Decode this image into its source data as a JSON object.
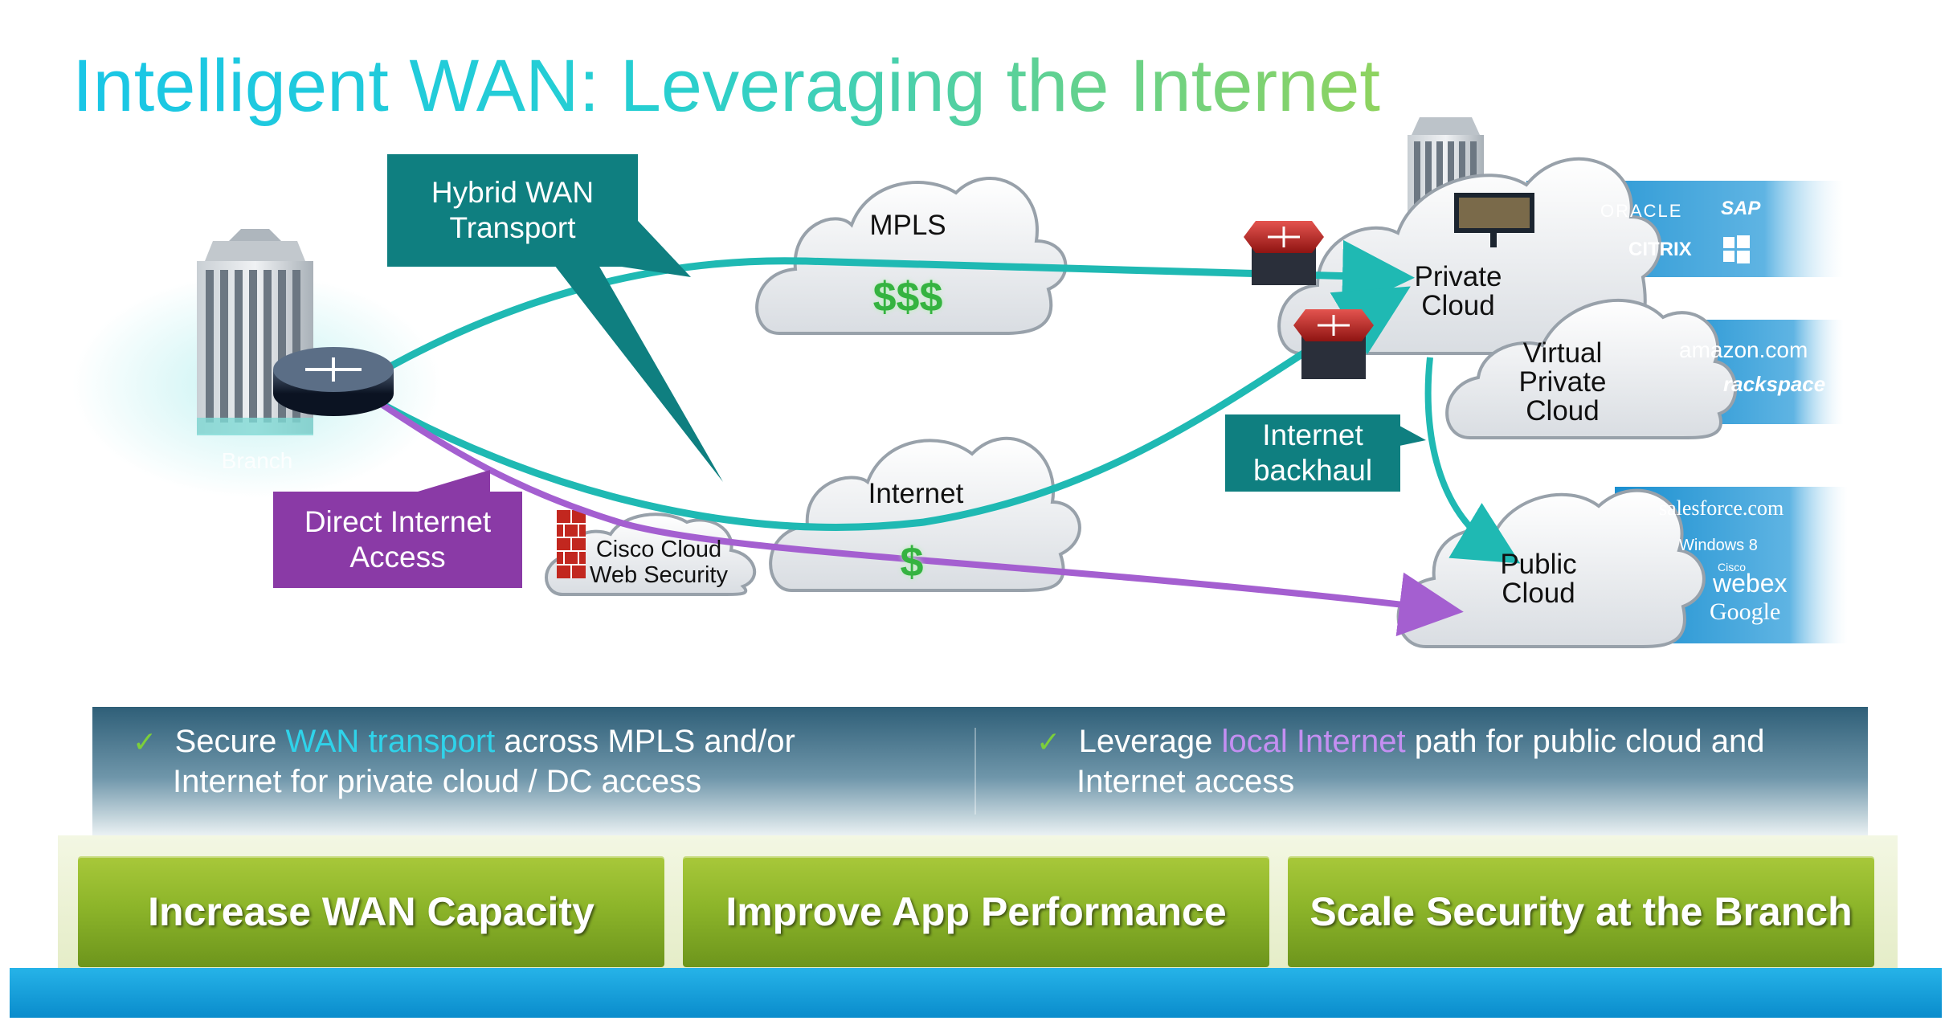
{
  "title": "Intelligent WAN: Leveraging the Internet",
  "callouts": {
    "hybrid": "Hybrid WAN\nTransport",
    "direct": "Direct Internet\nAccess",
    "backhaul": "Internet\nbackhaul"
  },
  "clouds": {
    "mpls": "MPLS",
    "mpls_cost": "$$$",
    "internet": "Internet",
    "internet_cost": "$",
    "private": "Private\nCloud",
    "virtual_private": "Virtual\nPrivate\nCloud",
    "public": "Public\nCloud",
    "cisco_cws": "Cisco Cloud\nWeb Security"
  },
  "branch_label": "Branch",
  "vendors": {
    "private": [
      "ORACLE",
      "SAP",
      "CITRIX",
      "Windows"
    ],
    "virtual_private": [
      "amazon.com",
      "rackspace"
    ],
    "public": [
      "salesforce.com",
      "Windows 8",
      "Cisco",
      "webex",
      "Google"
    ]
  },
  "bullets": [
    {
      "pre": "Secure ",
      "hl": "WAN transport",
      "post": " across MPLS and/or",
      "line2": "Internet for private cloud / DC access"
    },
    {
      "pre": "Leverage ",
      "hl": "local Internet",
      "post": " path for public cloud and",
      "line2": "Internet access"
    }
  ],
  "pillars": [
    "Increase WAN Capacity",
    "Improve App Performance",
    "Scale Security at the Branch"
  ],
  "colors": {
    "teal_callout": "#0f7f80",
    "purple_callout": "#8a3aa6",
    "teal_arrow": "#1fb9b3",
    "purple_arrow": "#a45fd0",
    "green": "#8db52a",
    "blue_base": "#0e9bd8"
  }
}
